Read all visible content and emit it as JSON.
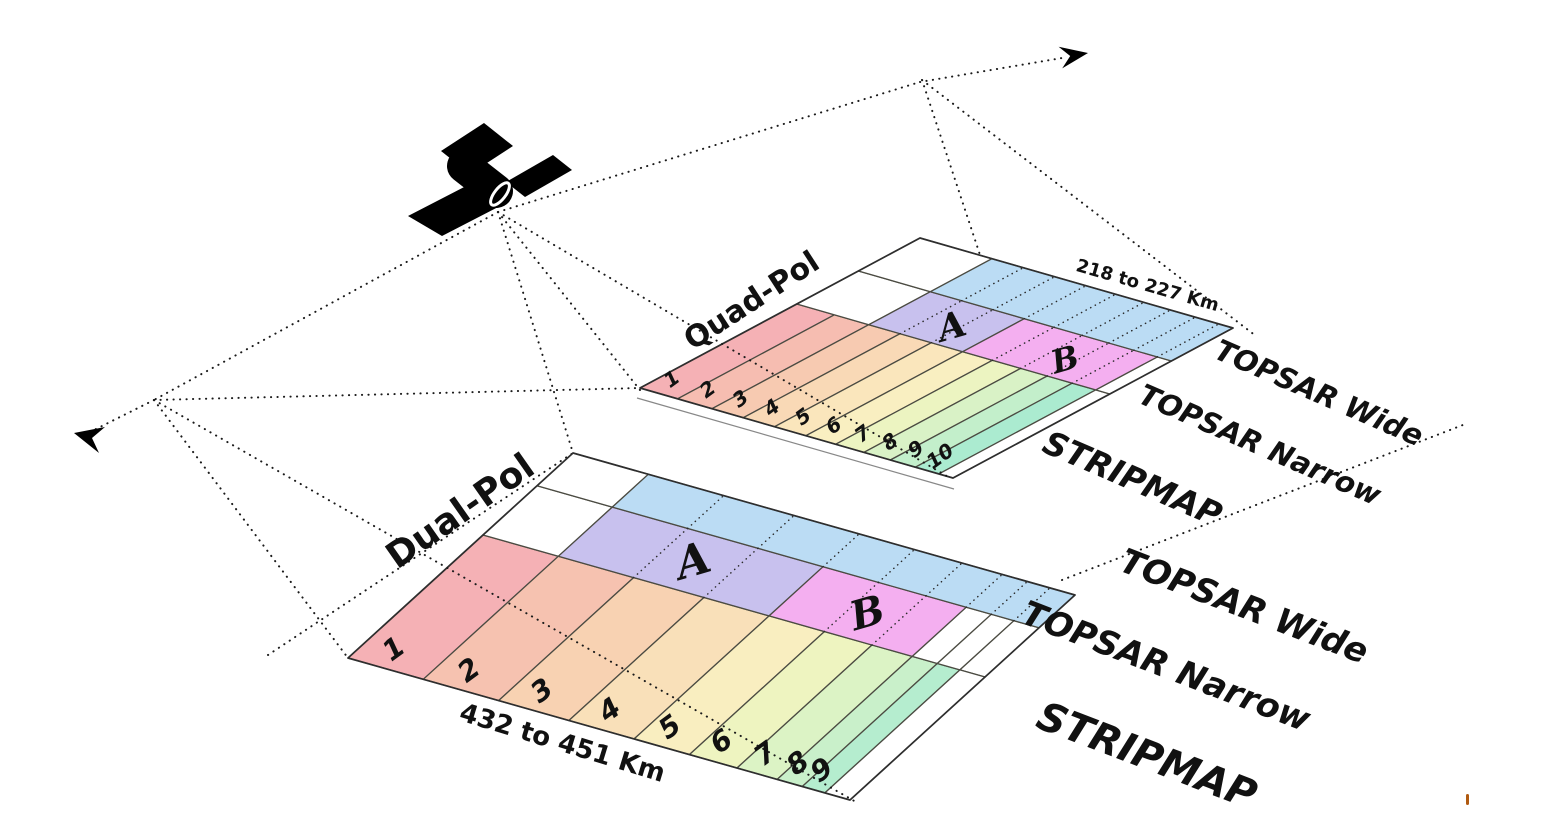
{
  "diagram": {
    "background": "#ffffff",
    "line_color": "#1a1a1a",
    "artifact_color": "#b05a10",
    "swaths": [
      {
        "pol_label": "Quad-Pol",
        "range_label": "218 to 227 Km",
        "region_a": "A",
        "region_b": "B",
        "mode_labels": [
          "TOPSAR Wide",
          "TOPSAR Narrow",
          "STRIPMAP"
        ],
        "beams": [
          "1",
          "2",
          "3",
          "4",
          "5",
          "6",
          "7",
          "8",
          "9",
          "10"
        ],
        "beam_colors": [
          "#f5b1b5",
          "#f6bdb1",
          "#f7cab1",
          "#f9d9b6",
          "#fae6bc",
          "#f9efc1",
          "#ecf4c1",
          "#d9f2c6",
          "#c3efcb",
          "#abebd0"
        ],
        "colors": {
          "topsar_narrow_a": "#c8c1ee",
          "topsar_narrow_b": "#f4aff0",
          "topsar_wide": "#bbdcf4"
        }
      },
      {
        "pol_label": "Dual-Pol",
        "range_label": "432 to 451 Km",
        "region_a": "A",
        "region_b": "B",
        "mode_labels": [
          "TOPSAR Wide",
          "TOPSAR Narrow",
          "STRIPMAP"
        ],
        "beams": [
          "1",
          "2",
          "3",
          "4",
          "5",
          "6",
          "7",
          "8",
          "9"
        ],
        "beam_colors": [
          "#f5b1b5",
          "#f6c2b0",
          "#f8d2b2",
          "#f9e0b9",
          "#f9eec0",
          "#eef4c0",
          "#dcf3c5",
          "#c9f0ca",
          "#b5edcf"
        ],
        "colors": {
          "topsar_narrow_a": "#c8c1ee",
          "topsar_narrow_b": "#f4aff0",
          "topsar_wide": "#bbdcf4"
        }
      }
    ]
  }
}
